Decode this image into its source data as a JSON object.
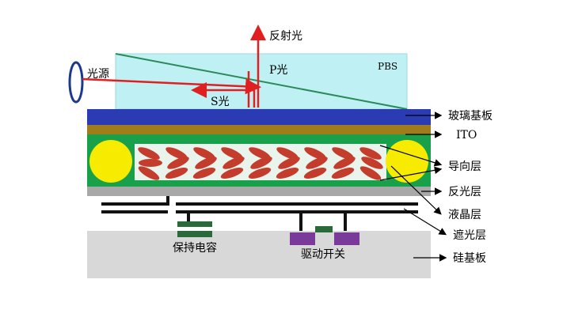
{
  "labels": {
    "reflected_light": "反射光",
    "light_source": "光源",
    "p_light": "P光",
    "pbs": "PBS",
    "s_light": "S光",
    "glass_substrate": "玻璃基板",
    "ito": "ITO",
    "alignment_layer": "导向层",
    "reflective_layer": "反光层",
    "liquid_crystal_layer": "液晶层",
    "light_shield_layer": "遮光层",
    "storage_capacitor": "保持电容",
    "drive_switch": "驱动开关",
    "silicon_substrate": "硅基板"
  },
  "colors": {
    "pbs": "#bff0f4",
    "glass": "#2b3bb4",
    "ito": "#a07c1a",
    "alignment_frame": "#19a04a",
    "spacer_ball": "#f7ec00",
    "lc_cell_bg": "#e8f4ec",
    "lc_molecule": "#c43c2c",
    "reflective": "#a8a8a8",
    "silicon": "#d8d8d8",
    "capacitor": "#2a6a3a",
    "switch": "#7a3a9a",
    "beam": "#e02020"
  }
}
